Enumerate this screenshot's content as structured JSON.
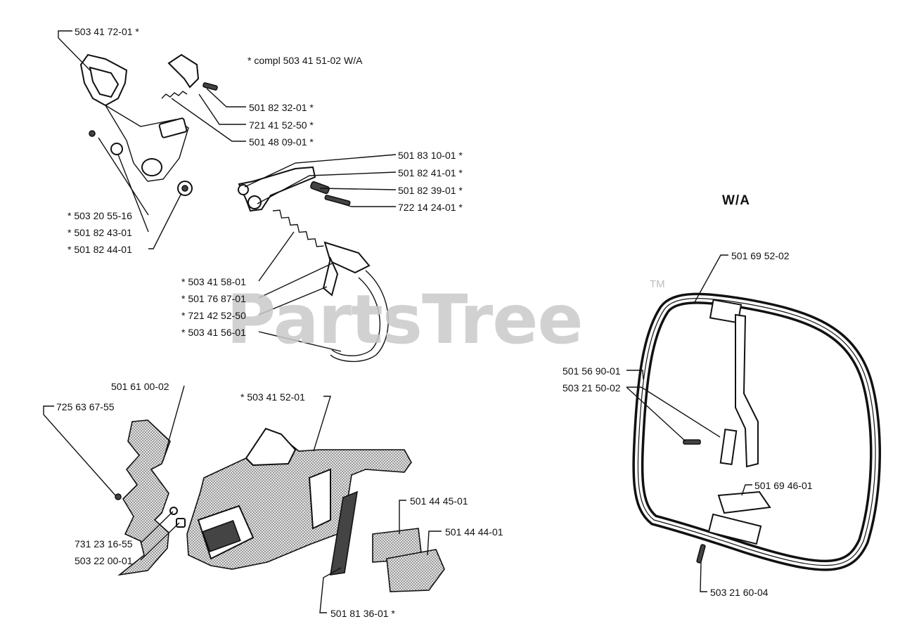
{
  "labels": {
    "p1": "503 41 72-01  *",
    "p2": "501 82 32-01  *",
    "p3": "721 41 52-50  *",
    "p4": "501 48 09-01  *",
    "p5": "501 83 10-01  *",
    "p6": "501 82 41-01  *",
    "p7": "501 82 39-01  *",
    "p8": "722 14 24-01  *",
    "p9": "*  503 20 55-16",
    "p10": "*  501 82 43-01",
    "p11": "*  501 82 44-01",
    "p12": "*  503 41 58-01",
    "p13": "*  501 76 87-01",
    "p14": "*  721 42 52-50",
    "p15": "*  503 41 56-01",
    "p16": "501 61 00-02",
    "p17": "725 63 67-55",
    "p18": "*  503 41 52-01",
    "p19": "501 44 45-01",
    "p20": "501 44 44-01",
    "p21": "731 23 16-55",
    "p22": "503 22 00-01",
    "p23": "501 81 36-01  *",
    "p24": "501 69 52-02",
    "p25": "501 56 90-01",
    "p26": "503 21 50-02",
    "p27": "501 69 46-01",
    "p28": "503 21 60-04"
  },
  "note": "*  compl 503 41 51-02 W/A",
  "section_title": "W/A",
  "watermark": "PartsTree",
  "trademark": "TM"
}
